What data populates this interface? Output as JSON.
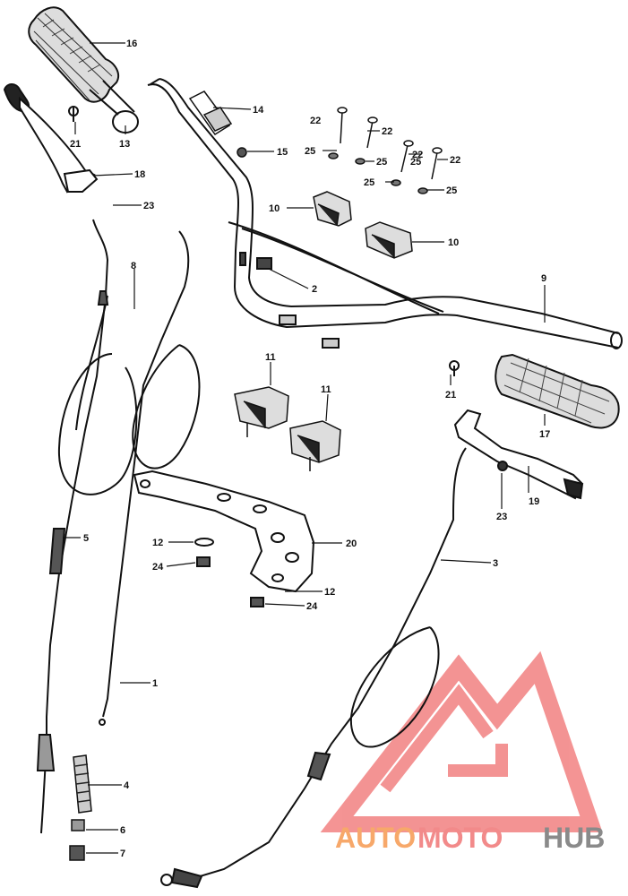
{
  "callouts": [
    {
      "id": "c16a",
      "label": "16"
    },
    {
      "id": "c13",
      "label": "13"
    },
    {
      "id": "c21a",
      "label": "21"
    },
    {
      "id": "c18",
      "label": "18"
    },
    {
      "id": "c23a",
      "label": "23"
    },
    {
      "id": "c8",
      "label": "8"
    },
    {
      "id": "c14",
      "label": "14"
    },
    {
      "id": "c15",
      "label": "15"
    },
    {
      "id": "c22a",
      "label": "22"
    },
    {
      "id": "c22b",
      "label": "22"
    },
    {
      "id": "c22c",
      "label": "22"
    },
    {
      "id": "c22d",
      "label": "22"
    },
    {
      "id": "c25a",
      "label": "25"
    },
    {
      "id": "c25b",
      "label": "25"
    },
    {
      "id": "c25c",
      "label": "25"
    },
    {
      "id": "c25d",
      "label": "25"
    },
    {
      "id": "c25e",
      "label": "25"
    },
    {
      "id": "c10a",
      "label": "10"
    },
    {
      "id": "c10b",
      "label": "10"
    },
    {
      "id": "c2",
      "label": "2"
    },
    {
      "id": "c9",
      "label": "9"
    },
    {
      "id": "c21b",
      "label": "21"
    },
    {
      "id": "c17",
      "label": "17"
    },
    {
      "id": "c11a",
      "label": "11"
    },
    {
      "id": "c11b",
      "label": "11"
    },
    {
      "id": "c19",
      "label": "19"
    },
    {
      "id": "c23b",
      "label": "23"
    },
    {
      "id": "c5",
      "label": "5"
    },
    {
      "id": "c12a",
      "label": "12"
    },
    {
      "id": "c24a",
      "label": "24"
    },
    {
      "id": "c20",
      "label": "20"
    },
    {
      "id": "c12b",
      "label": "12"
    },
    {
      "id": "c24b",
      "label": "24"
    },
    {
      "id": "c3",
      "label": "3"
    },
    {
      "id": "c1",
      "label": "1"
    },
    {
      "id": "c4",
      "label": "4"
    },
    {
      "id": "c6",
      "label": "6"
    },
    {
      "id": "c7",
      "label": "7"
    }
  ],
  "watermark": {
    "part1": "AUTO",
    "part2": "MOTO",
    "part3": "HUB",
    "color1": "#f7a86a",
    "color2": "#f28a8a",
    "color3": "#8a8a8a",
    "logo_color": "#f07070"
  }
}
